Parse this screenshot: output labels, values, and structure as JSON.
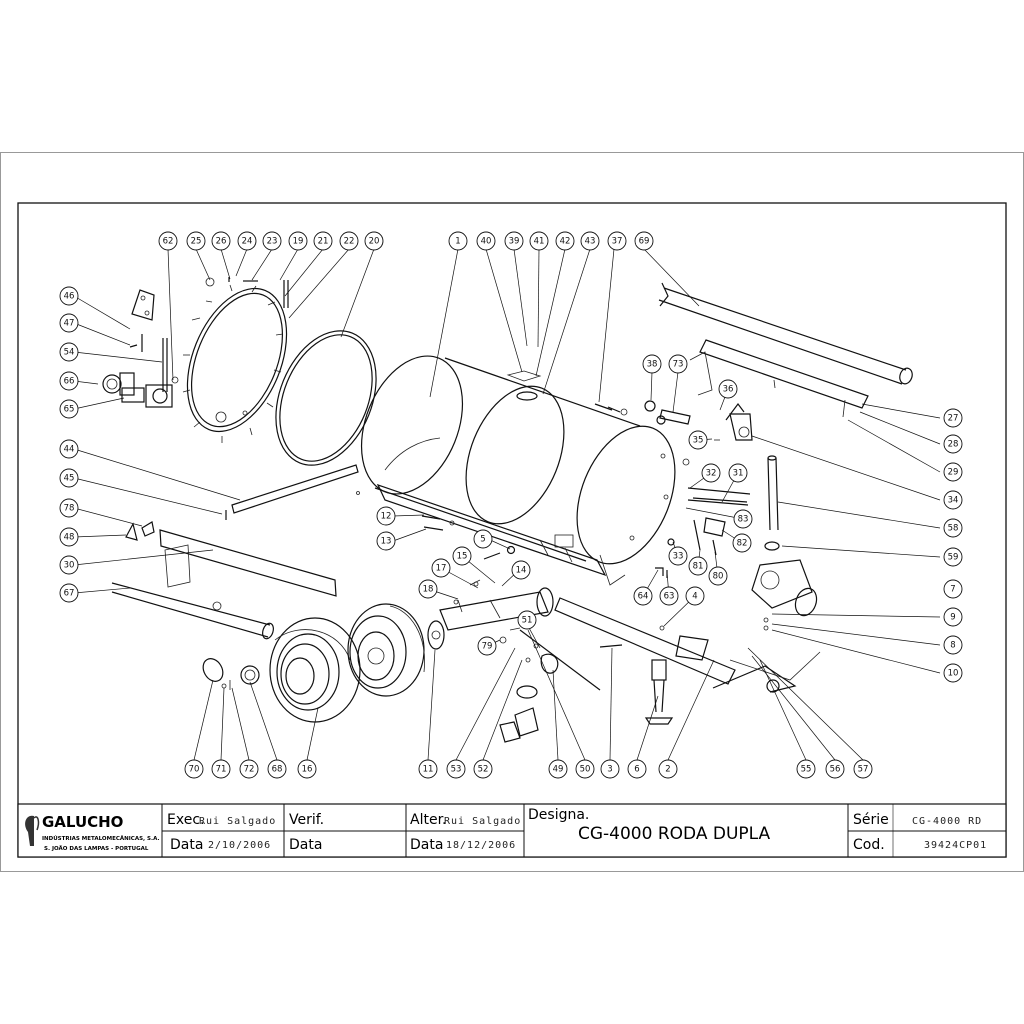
{
  "title_block": {
    "company": "GALUCHO",
    "company_line1": "INDÚSTRIAS METALOMECÂNICAS, S.A.",
    "company_line2": "S. JOÃO DAS LAMPAS - PORTUGAL",
    "exec_label": "Exec.",
    "exec_value": "Rui Salgado",
    "exec_date_label": "Data",
    "exec_date_value": "2/10/2006",
    "verif_label": "Verif.",
    "verif_date_label": "Data",
    "alter_label": "Alter.",
    "alter_value": "Rui Salgado",
    "alter_date_label": "Data",
    "alter_date_value": "18/12/2006",
    "designa_label": "Designa.",
    "designa_value": "CG-4000 RODA DUPLA",
    "serie_label": "Série",
    "serie_value": "CG-4000 RD",
    "cod_label": "Cod.",
    "cod_value": "39424CP01"
  },
  "callouts": [
    "62",
    "25",
    "26",
    "24",
    "23",
    "19",
    "21",
    "22",
    "20",
    "1",
    "40",
    "39",
    "41",
    "42",
    "43",
    "37",
    "69",
    "46",
    "47",
    "54",
    "66",
    "65",
    "38",
    "73",
    "36",
    "35",
    "27",
    "28",
    "29",
    "34",
    "44",
    "45",
    "78",
    "48",
    "30",
    "67",
    "12",
    "13",
    "5",
    "15",
    "17",
    "14",
    "18",
    "32",
    "31",
    "83",
    "82",
    "81",
    "80",
    "33",
    "64",
    "63",
    "4",
    "58",
    "59",
    "7",
    "9",
    "8",
    "10",
    "79",
    "51",
    "70",
    "71",
    "72",
    "68",
    "16",
    "11",
    "53",
    "52",
    "49",
    "50",
    "3",
    "6",
    "2",
    "55",
    "56",
    "57"
  ]
}
